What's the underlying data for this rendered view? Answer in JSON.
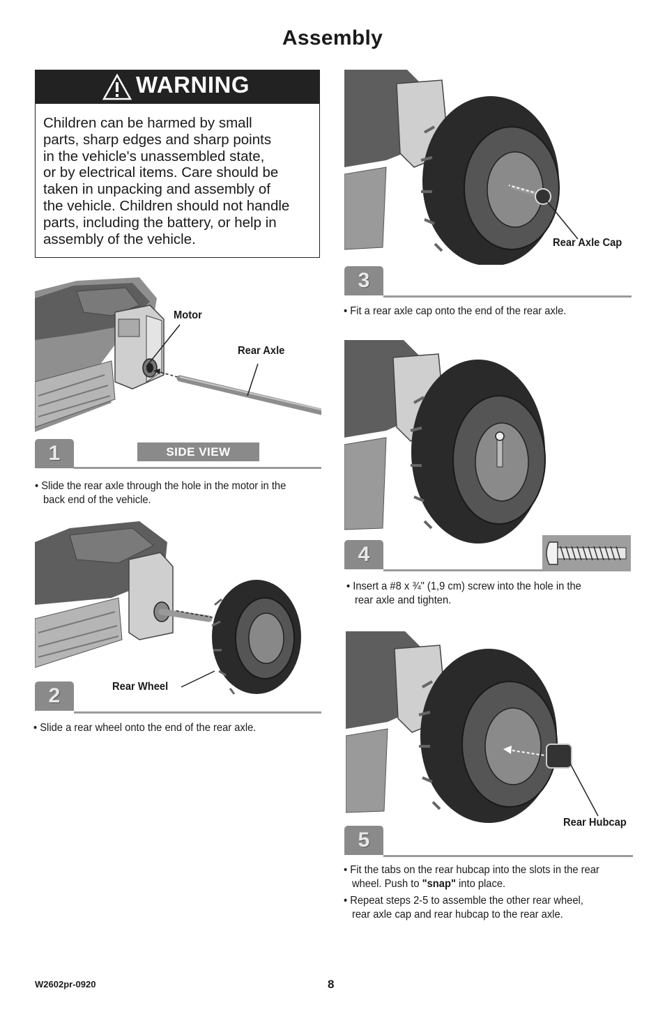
{
  "page": {
    "title": "Assembly",
    "footer_code": "W2602pr-0920",
    "page_number": "8"
  },
  "warning": {
    "heading": "WARNING",
    "lines": [
      "Children can be harmed by small",
      "parts, sharp edges and sharp points",
      "in the vehicle's unassembled state,",
      "or by electrical items. Care should be",
      "taken in unpacking and assembly of",
      "the vehicle. Children should not handle",
      "parts, including the battery, or help in",
      "assembly of the vehicle."
    ]
  },
  "steps": [
    {
      "number": "1",
      "labels": {
        "motor": "Motor",
        "rear_axle": "Rear Axle",
        "view": "SIDE VIEW"
      },
      "captions": [
        "• Slide the rear axle through the hole in the motor in the",
        "back end of the vehicle."
      ]
    },
    {
      "number": "2",
      "labels": {
        "rear_wheel": "Rear Wheel"
      },
      "captions": [
        "• Slide a rear wheel onto the end of the rear axle."
      ]
    },
    {
      "number": "3",
      "labels": {
        "rear_axle_cap": "Rear Axle Cap"
      },
      "captions": [
        "• Fit a rear axle cap onto the end of the rear axle."
      ]
    },
    {
      "number": "4",
      "captions": [
        "• Insert a #8 x ¾\" (1,9 cm) screw into the hole in the",
        "rear axle and tighten."
      ]
    },
    {
      "number": "5",
      "labels": {
        "rear_hubcap": "Rear Hubcap"
      },
      "captions": {
        "a_pre": "• Fit the tabs on the rear hubcap into the slots in the rear",
        "a_line2_pre": "wheel. Push to ",
        "a_bold": "\"snap\"",
        "a_line2_post": " into place.",
        "b_line1": "• Repeat steps 2-5 to assemble the other rear wheel,",
        "b_line2": "rear axle cap and rear hubcap to the rear axle."
      }
    }
  ],
  "colors": {
    "ink": "#1a1a1a",
    "badge_gray": "#8a8a8a",
    "rule_gray": "#9a9a9a",
    "tire": "#2a2a2a",
    "body_gray": "#6e6e6e"
  }
}
